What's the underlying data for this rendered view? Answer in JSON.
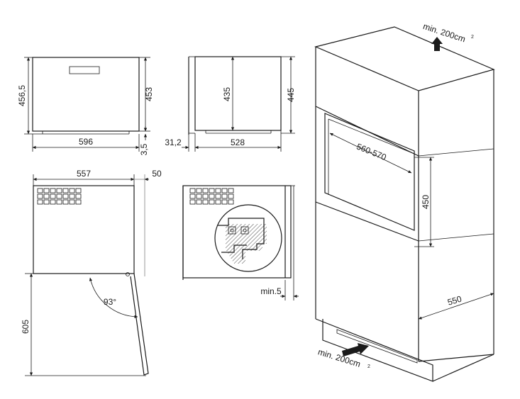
{
  "front_view": {
    "width": "596",
    "height_outer": "456,5",
    "height_inner": "453",
    "foot": "3,5"
  },
  "side_view": {
    "depth": "528",
    "offset": "31,2",
    "height_a": "435",
    "height_b": "445"
  },
  "top_view": {
    "depth": "557",
    "door": "50",
    "door_clearance": "605",
    "angle": "93°"
  },
  "detail_view": {
    "min_gap": "min.5"
  },
  "niche_view": {
    "vent_top": "min. 200cm",
    "vent_top_sup": "2",
    "opening_width": "560-570",
    "opening_height": "450",
    "cabinet_depth": "550",
    "vent_bottom": "min. 200cm",
    "vent_bottom_sup": "2"
  }
}
